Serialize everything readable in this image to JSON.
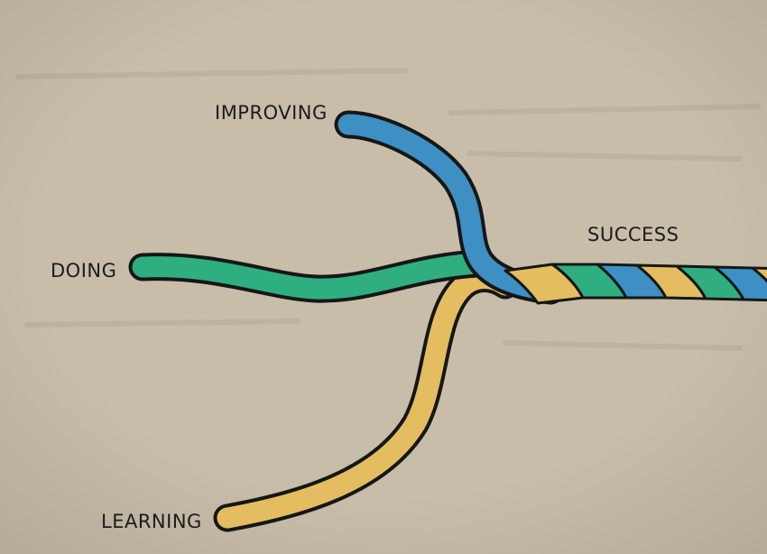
{
  "labels": {
    "improving": "IMPROVING",
    "doing": "DOING",
    "success": "SUCCESS",
    "learning": "LEARNING"
  },
  "colors": {
    "background": "#c7bda9",
    "improving_strand": "#3d8fc4",
    "doing_strand": "#2fae80",
    "learning_strand": "#e3bd60",
    "outline": "#161616",
    "text": "#1c1c1c"
  }
}
